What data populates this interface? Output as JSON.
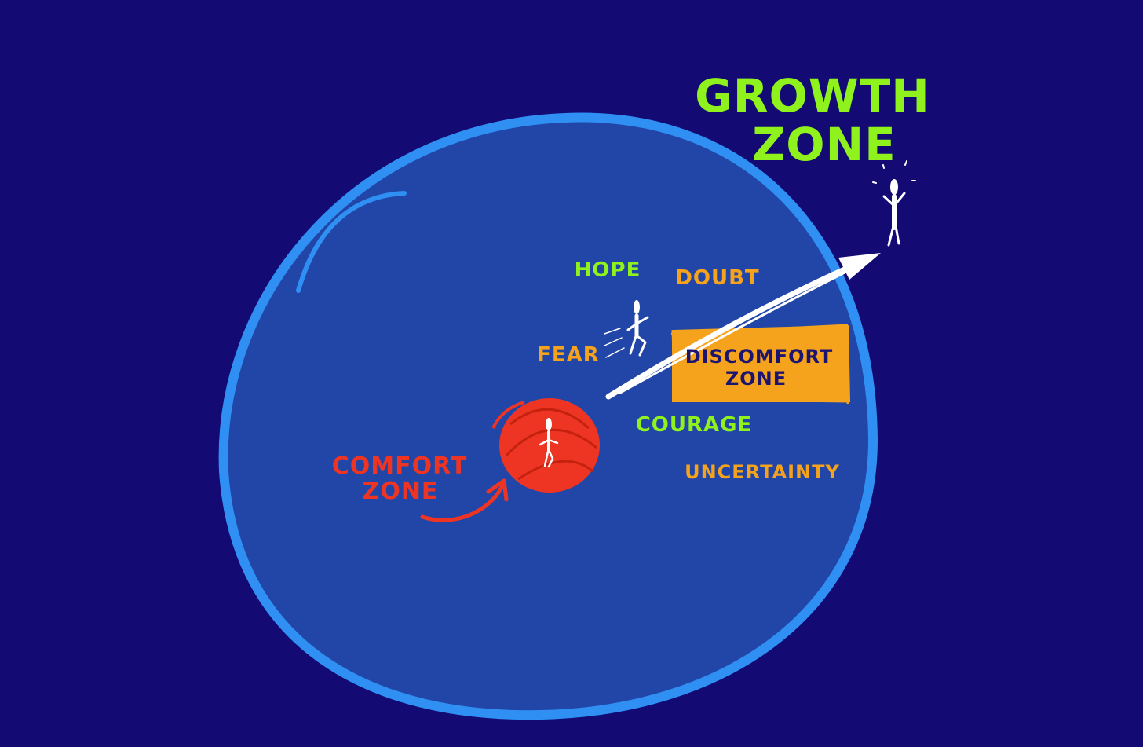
{
  "title": {
    "line1": "GROWTH",
    "line2": "ZONE"
  },
  "labels": {
    "hope": "HOPE",
    "doubt": "DOUBT",
    "fear": "FEAR",
    "courage": "COURAGE",
    "uncertainty": "UNCERTAINTY",
    "comfort_line1": "COMFORT",
    "comfort_line2": "ZONE",
    "discomfort_line1": "DISCOMFORT",
    "discomfort_line2": "ZONE"
  },
  "colors": {
    "background": "#130a73",
    "circle_fill": "#2146a8",
    "circle_stroke": "#2f8ff2",
    "growth": "#8ff21d",
    "positive": "#8ff21d",
    "negative": "#f5a21c",
    "comfort": "#ee3524",
    "discomfort_fill": "#f5a21c",
    "discomfort_text": "#1b1470",
    "figure": "#ffffff"
  },
  "icons": {
    "jumping_figure": "person-cheering-icon",
    "running_figure": "person-running-icon",
    "standing_figure": "person-standing-icon"
  }
}
